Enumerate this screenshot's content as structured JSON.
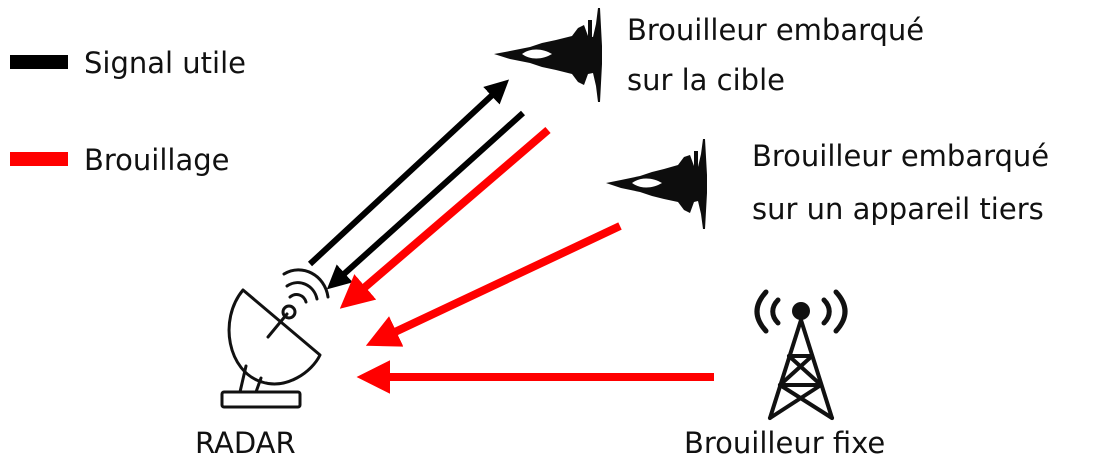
{
  "legend": {
    "useful_signal": {
      "label": "Signal utile",
      "color": "#000000"
    },
    "jamming": {
      "label": "Brouillage",
      "color": "#ff0000"
    }
  },
  "nodes": {
    "target_jammer": {
      "line1": "Brouilleur embarqué",
      "line2": "sur la cible",
      "icon": "fighter-jet-icon"
    },
    "escort_jammer": {
      "line1": "Brouilleur embarqué",
      "line2": "sur un appareil tiers",
      "icon": "fighter-jet-icon"
    },
    "radar": {
      "label": "RADAR",
      "icon": "radar-dish-icon"
    },
    "fixed_jammer": {
      "label": "Brouilleur fixe",
      "icon": "radio-tower-icon"
    }
  }
}
